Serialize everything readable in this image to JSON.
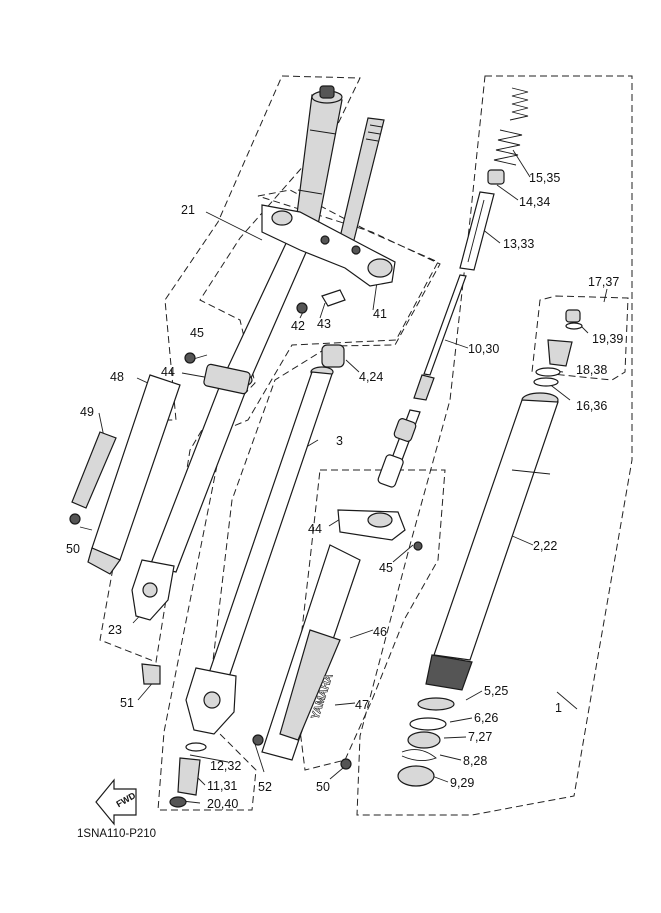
{
  "diagram": {
    "code": "1SNA110-P210",
    "fwd_label": "FWD",
    "brand_text": "YAMAHA",
    "labels": [
      "1",
      "2,22",
      "3",
      "4,24",
      "5,25",
      "6,26",
      "7,27",
      "8,28",
      "9,29",
      "10,30",
      "11,31",
      "12,32",
      "13,33",
      "14,34",
      "15,35",
      "16,36",
      "17,37",
      "18,38",
      "19,39",
      "20,40",
      "21",
      "23",
      "41",
      "42",
      "43",
      "44",
      "44",
      "45",
      "45",
      "46",
      "47",
      "48",
      "49",
      "50",
      "50",
      "51",
      "52"
    ]
  }
}
